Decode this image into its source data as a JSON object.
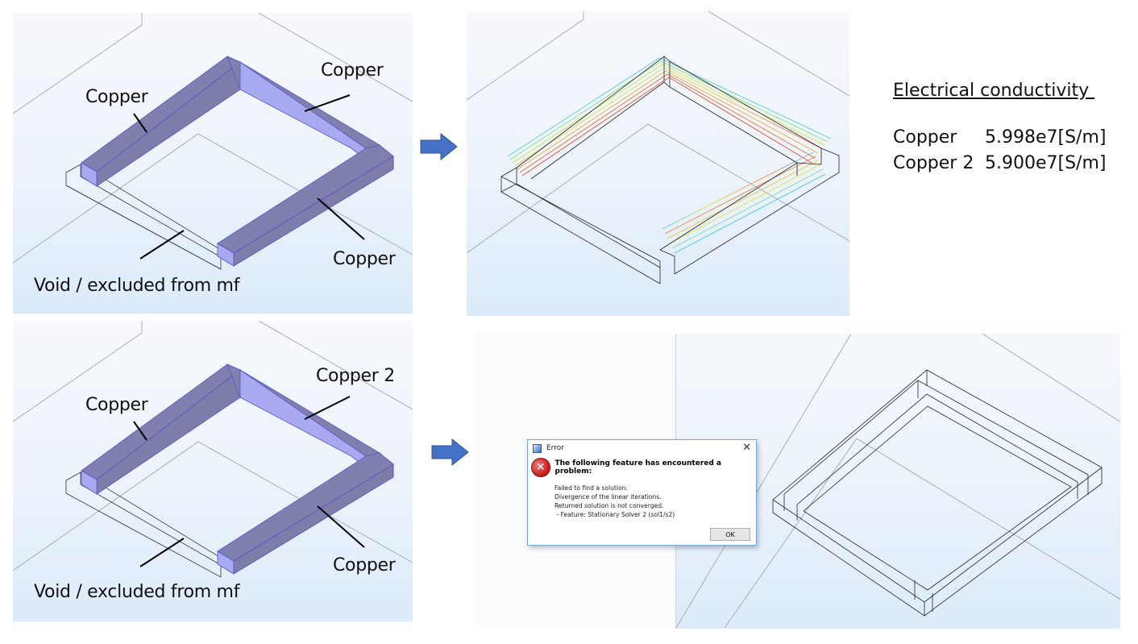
{
  "top_left": {
    "labels": {
      "left": "Copper",
      "top_right": "Copper",
      "bottom_right": "Copper",
      "void": "Void / excluded from mf"
    }
  },
  "bottom_left": {
    "labels": {
      "left": "Copper",
      "top_right": "Copper 2",
      "bottom_right": "Copper",
      "void": "Void / excluded from mf"
    }
  },
  "legend": {
    "title": "Electrical conductivity ",
    "rows": [
      {
        "material": "Copper",
        "value": "5.998e7[S/m]"
      },
      {
        "material": "Copper 2",
        "value": "5.900e7[S/m]"
      }
    ]
  },
  "dialog": {
    "title": "Error",
    "close_glyph": "✕",
    "icon": "error-icon",
    "heading": "The following feature has encountered a problem:",
    "messages": [
      "Failed to find a solution.",
      "Divergence of the linear iterations.",
      "Returned solution is not converged.",
      " - Feature: Stationary Solver 2 (sol1/s2)"
    ],
    "ok_label": "OK"
  },
  "colors": {
    "copper_fill": "#7f80ad",
    "copper_face": "#a8a9f0",
    "arrow": "#4472c4"
  }
}
